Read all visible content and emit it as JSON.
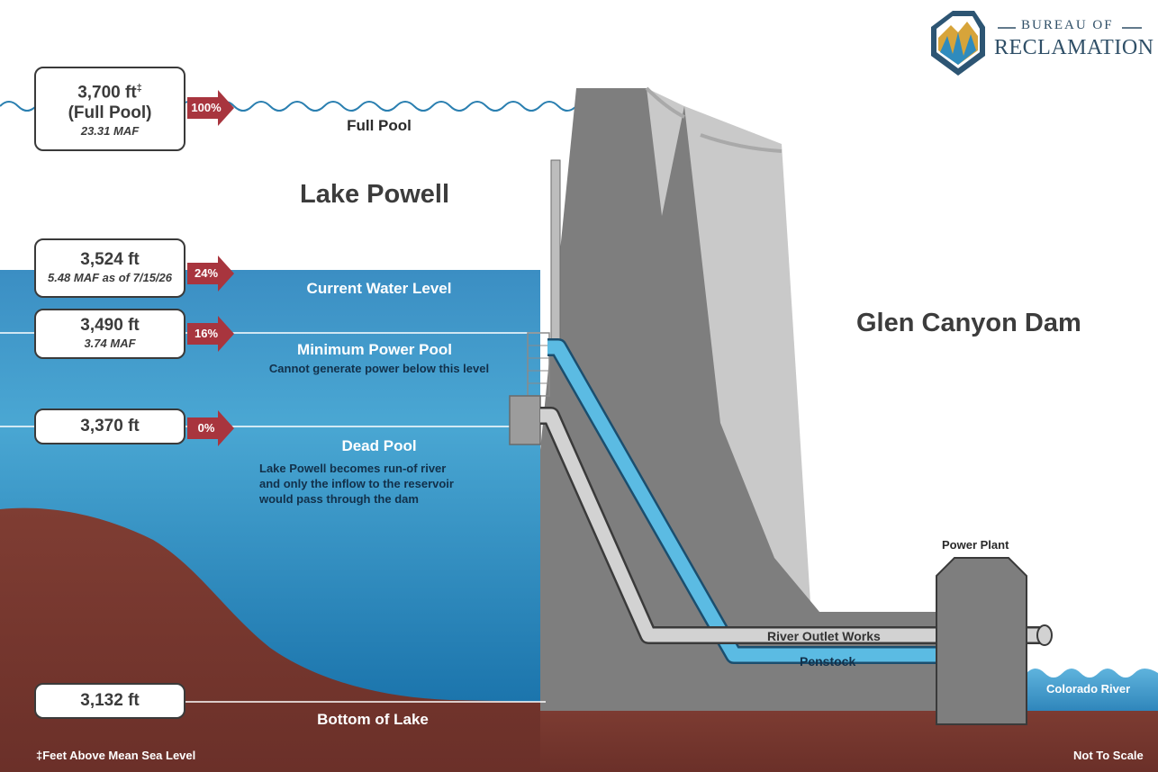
{
  "logo": {
    "line1": "BUREAU OF",
    "line2": "RECLAMATION",
    "icon": "bureau-of-reclamation-shield-logo"
  },
  "titles": {
    "lake": "Lake Powell",
    "dam": "Glen Canyon Dam"
  },
  "levels": {
    "full_pool": {
      "elevation": "3,700 ft",
      "footnote_mark": "‡",
      "detail": "(Full Pool)",
      "volume": "23.31 MAF",
      "percent": "100%",
      "name": "Full Pool"
    },
    "current": {
      "elevation": "3,524 ft",
      "volume": "5.48 MAF as of 7/15/26",
      "percent": "24%",
      "name": "Current Water Level"
    },
    "minimum_power": {
      "elevation": "3,490 ft",
      "volume": "3.74 MAF",
      "percent": "16%",
      "name": "Minimum Power Pool",
      "note": "Cannot generate power below this level"
    },
    "dead_pool": {
      "elevation": "3,370 ft",
      "percent": "0%",
      "name": "Dead Pool",
      "note_lines": [
        "Lake Powell becomes run-of river",
        "and only the inflow to the reservoir",
        "would pass through the dam"
      ]
    },
    "bottom": {
      "elevation": "3,132 ft",
      "name": "Bottom of Lake"
    }
  },
  "structures": {
    "power_plant": "Power Plant",
    "river_outlet_works": "River Outlet Works",
    "penstock": "Penstock",
    "colorado_river": "Colorado River"
  },
  "footnotes": {
    "left": "‡Feet Above Mean Sea Level",
    "right": "Not To Scale"
  },
  "colors": {
    "water_top": "#3d8dbf",
    "water_bottom": "#1a6fa6",
    "ground": "#7a3a32",
    "dam": "#7f7f7f",
    "dam_light": "#c8c8c8",
    "penstock": "#5bbbe3",
    "arrow": "#a8353e"
  }
}
